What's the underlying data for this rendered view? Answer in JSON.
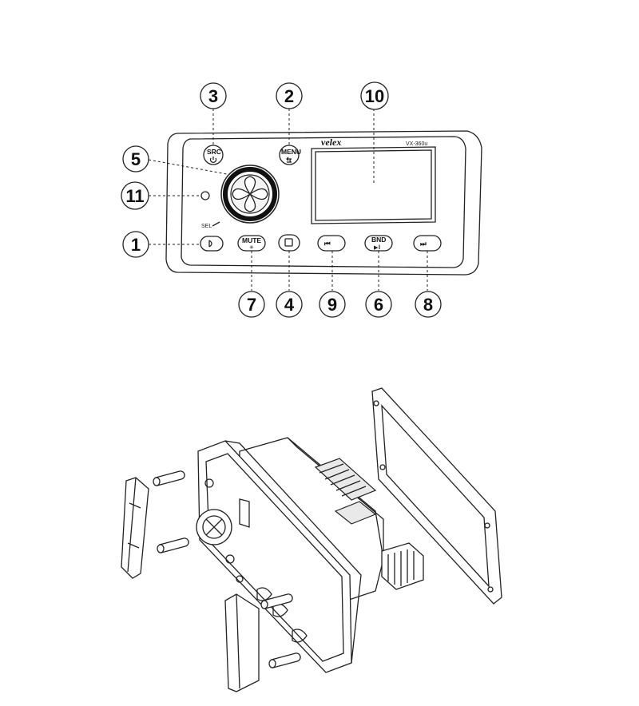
{
  "callouts": {
    "c1": "1",
    "c2": "2",
    "c3": "3",
    "c4": "4",
    "c5": "5",
    "c6": "6",
    "c7": "7",
    "c8": "8",
    "c9": "9",
    "c10": "10",
    "c11": "11"
  },
  "panel": {
    "brand": "velex",
    "model": "VX-360u",
    "src_label": "SRC",
    "menu_label": "MENU",
    "mute_label": "MUTE",
    "bnd_label": "BND",
    "sel_label": "SEL"
  },
  "icons": {
    "src": "power-icon",
    "menu": "back-arrow-icon",
    "prev": "skip-back-icon",
    "next": "skip-forward-icon",
    "play_pause": "play-pause-icon"
  }
}
